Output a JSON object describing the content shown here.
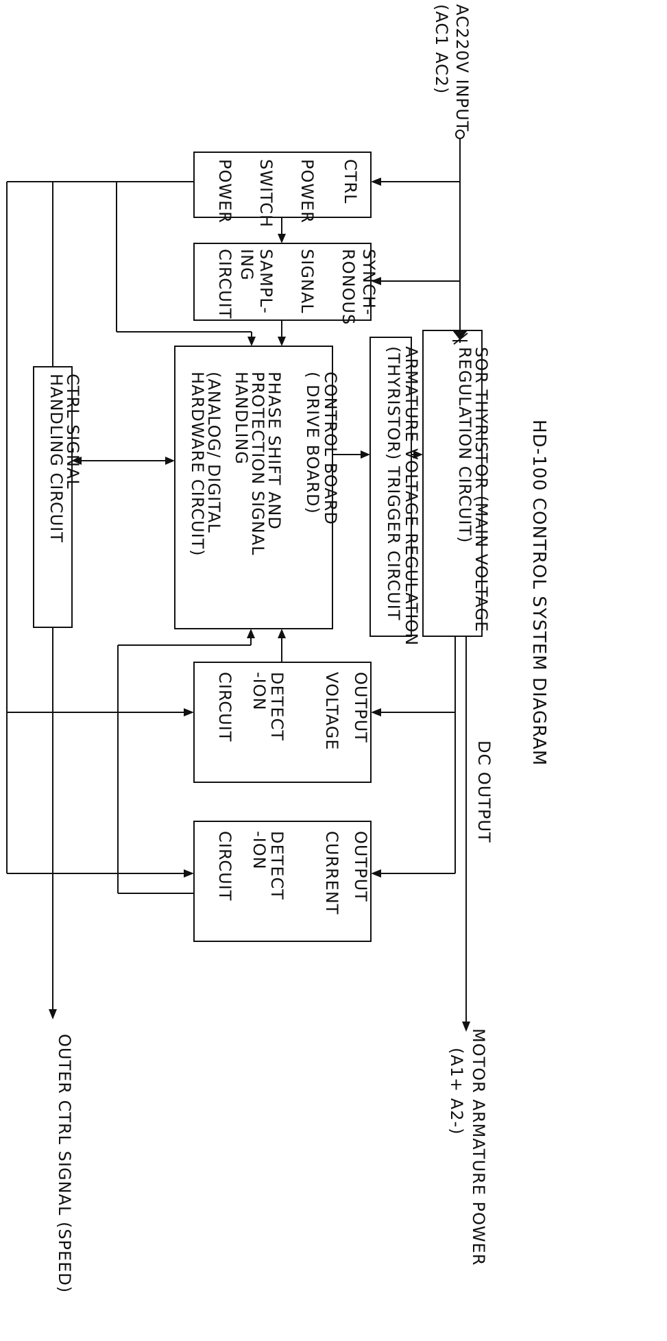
{
  "title": "HD-100 CONTROL SYSTEM DIAGRAM",
  "inputs": {
    "ac_input": [
      "AC220V INPUT",
      "(AC1  AC2)"
    ]
  },
  "outputs": {
    "dc_output": "DC OUTPUT",
    "motor_power": [
      "MOTOR ARMATURE POWER",
      "(A1+  A2-)"
    ],
    "outer_signal": "OUTER CTRL SIGNAL (SPEED)"
  },
  "blocks": {
    "ctrl_power": [
      "CTRL",
      "POWER",
      "SWITCH",
      "POWER"
    ],
    "sync_sampling": [
      "SYNCH-",
      "RONOUS",
      "SIGNAL",
      "SAMPL-",
      "ING",
      "CIRCUIT"
    ],
    "thyristor": [
      "SOR THYRISTOR (MAIN VOLTAGE",
      "REGULATION CIRCUIT)"
    ],
    "armature_trigger": [
      "ARMATURE VOLTAGE REGULATION",
      "(THYRISTOR)   TRIGGER  CIRCUIT"
    ],
    "control_board": [
      "CONTROL BOARD",
      "( DRIVE BOARD)",
      "",
      "PHASE SHIFT AND",
      "PROTECTION SIGNAL",
      "HANDLING",
      "",
      "(ANALOG/ DIGITAL",
      "HARDWARE CIRCUIT)"
    ],
    "ctrl_signal": [
      "CTRL SIGNAL",
      "HANDLING CIRCUIT"
    ],
    "voltage_detect": [
      "OUTPUT",
      "VOLTAGE",
      "DETECT",
      "-ION",
      "CIRCUIT"
    ],
    "current_detect": [
      "OUTPUT",
      "CURRENT",
      "DETECT",
      "-ION",
      "CIRCUIT"
    ]
  }
}
